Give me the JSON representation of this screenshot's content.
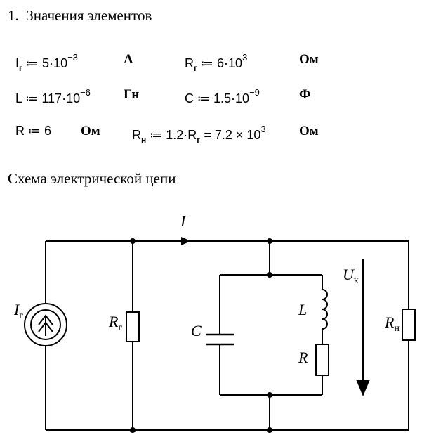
{
  "section": {
    "number": "1.",
    "title": "Значения элементов"
  },
  "values": {
    "Ig": {
      "sym": "I",
      "sub": "г",
      "op": "≔",
      "mant": "5·10",
      "exp": "−3",
      "unit": "А"
    },
    "Rg": {
      "sym": "R",
      "sub": "г",
      "op": "≔",
      "mant": "6·10",
      "exp": "3",
      "unit": "Ом"
    },
    "L": {
      "sym": "L",
      "op": "≔",
      "mant": "117·10",
      "exp": "−6",
      "unit": "Гн"
    },
    "C": {
      "sym": "C",
      "op": "≔",
      "mant": "1.5·10",
      "exp": "−9",
      "unit": "Ф"
    },
    "R": {
      "sym": "R",
      "op": "≔",
      "value": "6",
      "unit": "Ом"
    },
    "Rn": {
      "sym": "R",
      "sub": "н",
      "op": "≔",
      "expr": "1.2·R",
      "expr_sub": "г",
      "eq": "=",
      "mant": "7.2 × 10",
      "exp": "3",
      "unit": "Ом"
    }
  },
  "schema_title": "Схема электрической цепи",
  "circuit": {
    "current_label": "I",
    "source_label": {
      "main": "I",
      "sub": "г"
    },
    "voltage_label": {
      "main": "U",
      "sub": "к"
    },
    "components": {
      "Rg": {
        "main": "R",
        "sub": "г"
      },
      "C": {
        "main": "C"
      },
      "L": {
        "main": "L"
      },
      "R": {
        "main": "R"
      },
      "Rn": {
        "main": "R",
        "sub": "н"
      }
    }
  }
}
